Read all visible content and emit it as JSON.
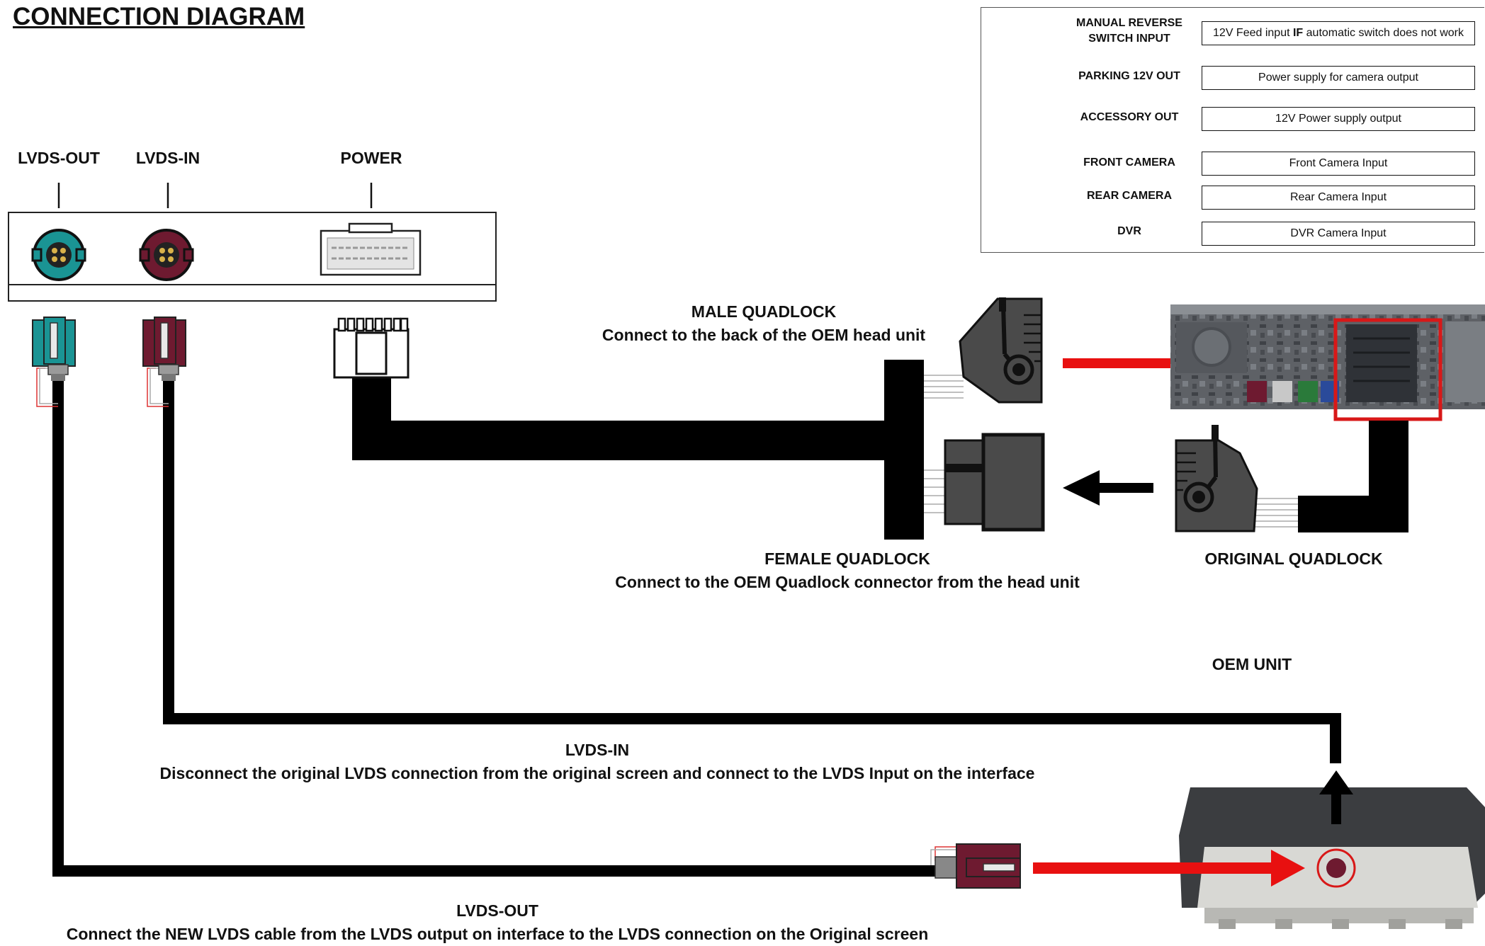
{
  "title": "CONNECTION DIAGRAM",
  "ports": {
    "lvds_out": "LVDS-OUT",
    "lvds_in": "LVDS-IN",
    "power": "POWER"
  },
  "legend": [
    {
      "name": "MANUAL REVERSE\nSWITCH INPUT",
      "wire_color": "#e8874a",
      "type": "wire",
      "desc_parts": [
        "12V Feed input ",
        "IF",
        " automatic switch does not work"
      ]
    },
    {
      "name": "PARKING 12V OUT",
      "wire_color": "#f4a6a6",
      "type": "wire",
      "desc_parts": [
        "Power supply for camera output"
      ]
    },
    {
      "name": "ACCESSORY OUT",
      "wire_color": "#e01010",
      "type": "wire",
      "desc_parts": [
        "12V Power supply output"
      ]
    },
    {
      "name": "FRONT CAMERA",
      "wire_color": "#f5e020",
      "type": "rca",
      "desc_parts": [
        "Front Camera Input"
      ]
    },
    {
      "name": "REAR CAMERA",
      "wire_color": "#f5e020",
      "type": "rca",
      "desc_parts": [
        "Rear Camera Input"
      ]
    },
    {
      "name": "DVR",
      "wire_color": "#f5e020",
      "type": "rca",
      "desc_parts": [
        "DVR Camera Input"
      ]
    }
  ],
  "captions": {
    "male_quadlock_title": "MALE QUADLOCK",
    "male_quadlock_desc": "Connect to the back of the OEM head unit",
    "female_quadlock_title": "FEMALE QUADLOCK",
    "female_quadlock_desc": "Connect to the OEM Quadlock connector from the head unit",
    "original_quadlock": "ORIGINAL QUADLOCK",
    "oem_unit": "OEM UNIT",
    "lvds_in_title": "LVDS-IN",
    "lvds_in_desc": "Disconnect the original LVDS connection from the original screen and connect to the LVDS Input on the interface",
    "lvds_out_title": "LVDS-OUT",
    "lvds_out_desc": "Connect the NEW LVDS cable from the LVDS output on interface to the LVDS connection on the Original screen"
  },
  "colors": {
    "teal": "#1a9494",
    "maroon": "#6e1a30",
    "cable": "#000000",
    "arrow_red": "#e81010",
    "highlight_red": "#d81818",
    "connector_gray": "#4a4a4a"
  }
}
